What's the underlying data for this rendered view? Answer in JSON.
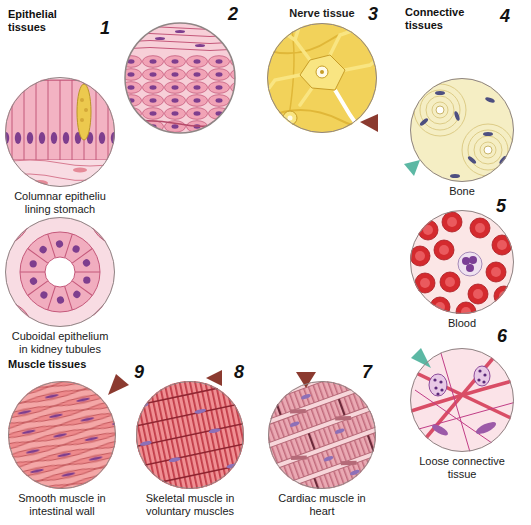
{
  "diagram": {
    "nodes": [
      {
        "text": [
          "Columnar epitheliu lining stomach"
        ]
      },
      {
        "text": [
          "Nerve tissue"
        ]
      },
      {
        "text": [
          "Bone"
        ]
      },
      {
        "text": [
          "Cuboidal epithelium in kidney tubules"
        ]
      },
      {
        "text": [
          "Blood"
        ]
      },
      {
        "text": [
          "Loose connective tissue"
        ]
      },
      {
        "text": [
          "Smooth muscle in intestinal wall"
        ]
      },
      {
        "text": [
          "Skeletal muscle in voluntary muscles"
        ]
      },
      {
        "text": [
          "Cardiac muscle in heart"
        ]
      }
    ],
    "labels": [
      "Epithelial tissues",
      "1",
      "2",
      "3",
      "Connective tissues",
      "4",
      "5",
      "6",
      "Muscle tissues",
      "9",
      "8",
      "7"
    ]
  }
}
